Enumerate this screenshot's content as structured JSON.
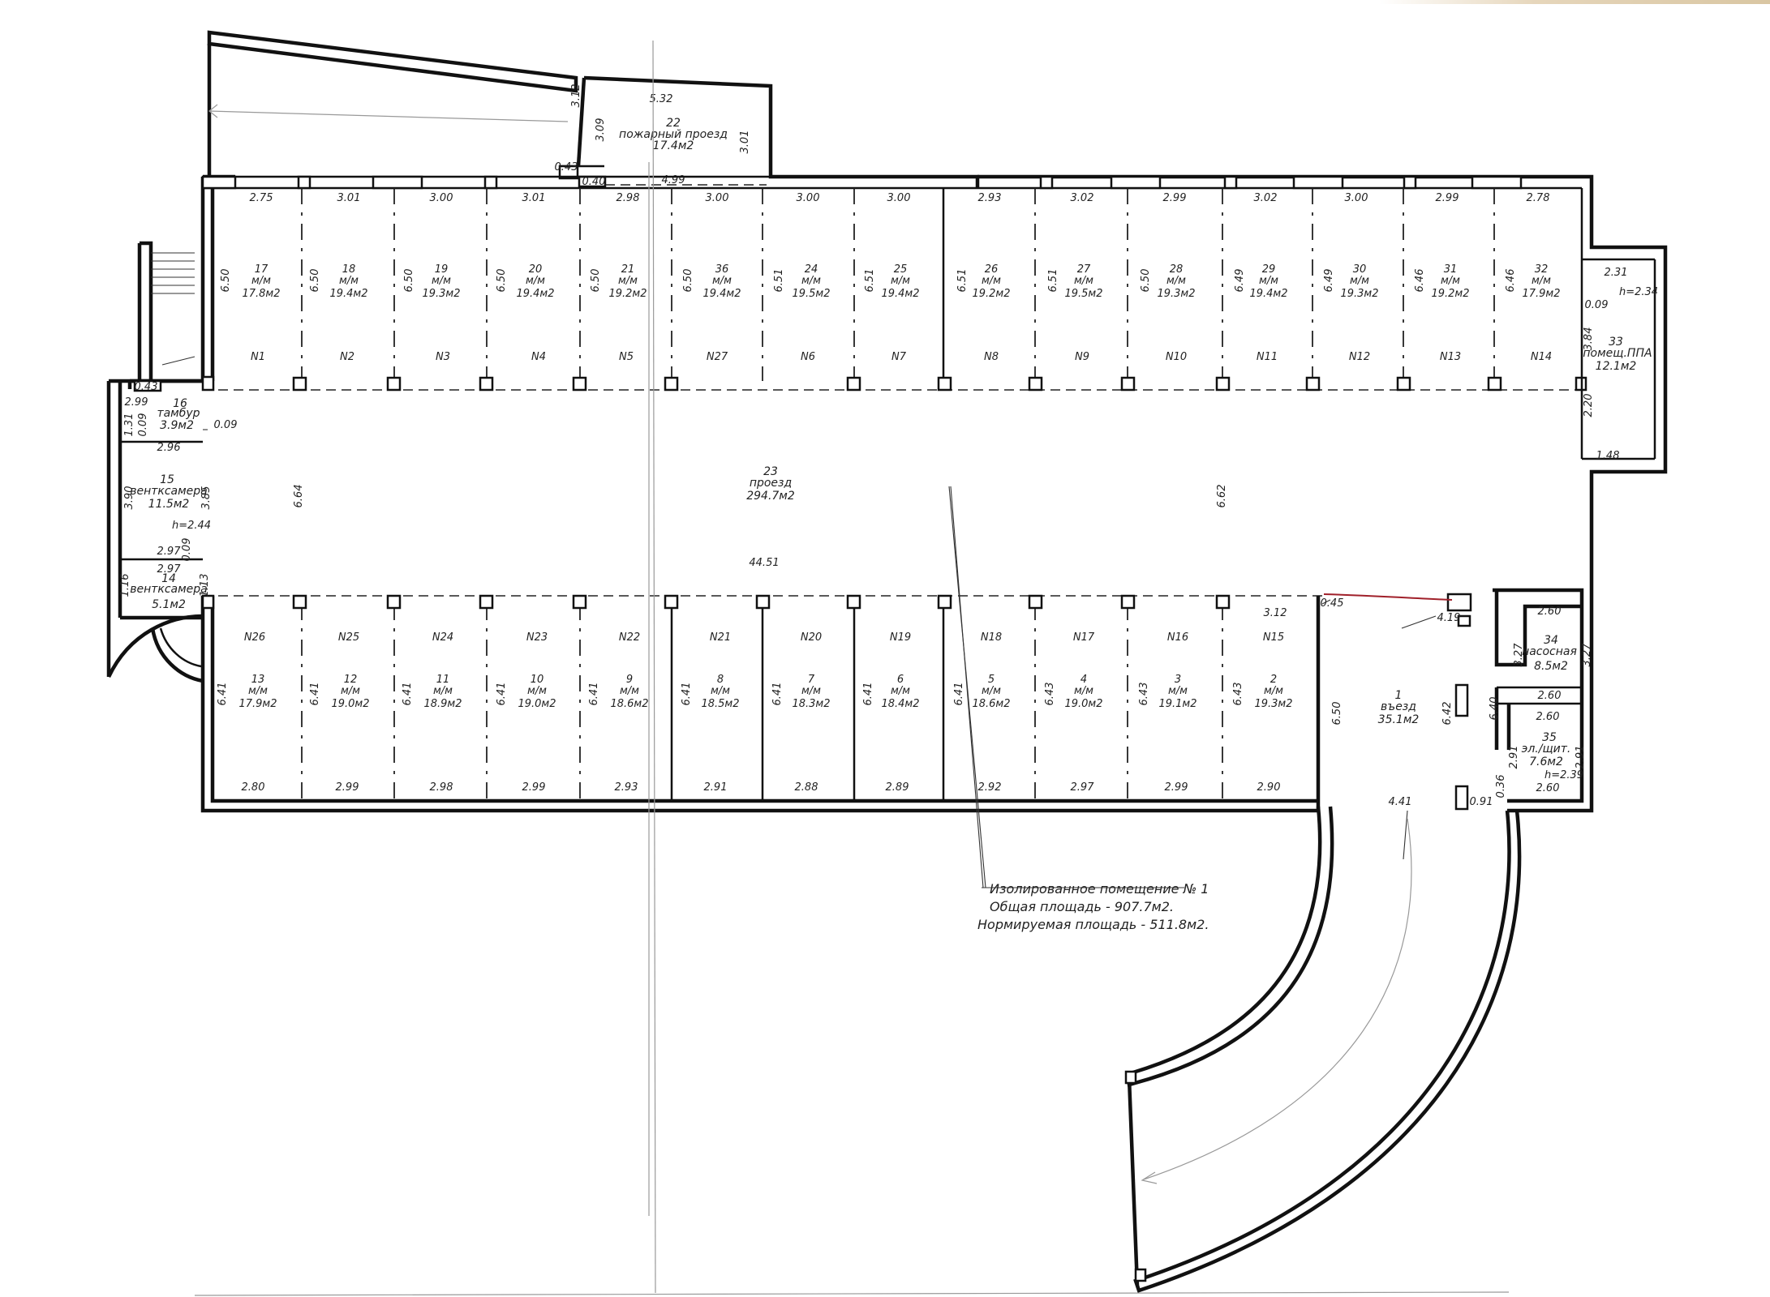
{
  "rooms": {
    "fire_passage": {
      "number": "22",
      "name": "пожарный проезд",
      "area": "17.4м2"
    },
    "driveway": {
      "number": "23",
      "name": "проезд",
      "area": "294.7м2",
      "length": "44.51"
    },
    "vestibule": {
      "number": "16",
      "name": "тамбур",
      "area": "3.9м2"
    },
    "vent_15": {
      "number": "15",
      "name": "вентксамера",
      "area": "11.5м2",
      "height": "h=2.44"
    },
    "vent_14": {
      "number": "14",
      "name": "вентксамера",
      "area": "5.1м2"
    },
    "fire_room": {
      "number": "33",
      "name": "помещ.ППА",
      "area": "12.1м2",
      "height": "h=2.34"
    },
    "entry": {
      "number": "1",
      "name": "въезд",
      "area": "35.1м2"
    },
    "pump": {
      "number": "34",
      "name": "насосная",
      "area": "8.5м2"
    },
    "switch": {
      "number": "35",
      "name": "эл./щит.",
      "area": "7.6м2",
      "height": "h=2.39"
    }
  },
  "top_stalls": [
    {
      "num": "17",
      "type": "м/м",
      "area": "17.8м2",
      "code": "N1",
      "w": "2.75",
      "d": "6.50"
    },
    {
      "num": "18",
      "type": "м/м",
      "area": "19.4м2",
      "code": "N2",
      "w": "3.01",
      "d": "6.50"
    },
    {
      "num": "19",
      "type": "м/м",
      "area": "19.3м2",
      "code": "N3",
      "w": "3.00",
      "d": "6.50"
    },
    {
      "num": "20",
      "type": "м/м",
      "area": "19.4м2",
      "code": "N4",
      "w": "3.01",
      "d": "6.50"
    },
    {
      "num": "21",
      "type": "м/м",
      "area": "19.2м2",
      "code": "N5",
      "w": "2.98",
      "d": "6.50"
    },
    {
      "num": "36",
      "type": "м/м",
      "area": "19.4м2",
      "code": "N27",
      "w": "3.00",
      "d": "6.50"
    },
    {
      "num": "24",
      "type": "м/м",
      "area": "19.5м2",
      "code": "N6",
      "w": "3.00",
      "d": "6.51"
    },
    {
      "num": "25",
      "type": "м/м",
      "area": "19.4м2",
      "code": "N7",
      "w": "3.00",
      "d": "6.51"
    },
    {
      "num": "26",
      "type": "м/м",
      "area": "19.2м2",
      "code": "N8",
      "w": "2.93",
      "d": "6.51"
    },
    {
      "num": "27",
      "type": "м/м",
      "area": "19.5м2",
      "code": "N9",
      "w": "3.02",
      "d": "6.51"
    },
    {
      "num": "28",
      "type": "м/м",
      "area": "19.3м2",
      "code": "N10",
      "w": "2.99",
      "d": "6.50"
    },
    {
      "num": "29",
      "type": "м/м",
      "area": "19.4м2",
      "code": "N11",
      "w": "3.02",
      "d": "6.49"
    },
    {
      "num": "30",
      "type": "м/м",
      "area": "19.3м2",
      "code": "N12",
      "w": "3.00",
      "d": "6.49"
    },
    {
      "num": "31",
      "type": "м/м",
      "area": "19.2м2",
      "code": "N13",
      "w": "2.99",
      "d": "6.46"
    },
    {
      "num": "32",
      "type": "м/м",
      "area": "17.9м2",
      "code": "N14",
      "w": "2.78",
      "d": "6.46"
    }
  ],
  "bottom_stalls": [
    {
      "num": "13",
      "type": "м/м",
      "area": "17.9м2",
      "code": "N26",
      "w": "2.80",
      "d": "6.41"
    },
    {
      "num": "12",
      "type": "м/м",
      "area": "19.0м2",
      "code": "N25",
      "w": "2.99",
      "d": "6.41"
    },
    {
      "num": "11",
      "type": "м/м",
      "area": "18.9м2",
      "code": "N24",
      "w": "2.98",
      "d": "6.41"
    },
    {
      "num": "10",
      "type": "м/м",
      "area": "19.0м2",
      "code": "N23",
      "w": "2.99",
      "d": "6.41"
    },
    {
      "num": "9",
      "type": "м/м",
      "area": "18.6м2",
      "code": "N22",
      "w": "2.93",
      "d": "6.41"
    },
    {
      "num": "8",
      "type": "м/м",
      "area": "18.5м2",
      "code": "N21",
      "w": "2.91",
      "d": "6.41"
    },
    {
      "num": "7",
      "type": "м/м",
      "area": "18.3м2",
      "code": "N20",
      "w": "2.88",
      "d": "6.41"
    },
    {
      "num": "6",
      "type": "м/м",
      "area": "18.4м2",
      "code": "N19",
      "w": "2.89",
      "d": "6.41"
    },
    {
      "num": "5",
      "type": "м/м",
      "area": "18.6м2",
      "code": "N18",
      "w": "2.92",
      "d": "6.41"
    },
    {
      "num": "4",
      "type": "м/м",
      "area": "19.0м2",
      "code": "N17",
      "w": "2.97",
      "d": "6.43"
    },
    {
      "num": "3",
      "type": "м/м",
      "area": "19.1м2",
      "code": "N16",
      "w": "2.99",
      "d": "6.43"
    },
    {
      "num": "2",
      "type": "м/м",
      "area": "19.3м2",
      "code": "N15",
      "w": "2.90",
      "d": "6.43"
    }
  ],
  "dims": {
    "fire_top": "5.32",
    "fire_left_upper": "3.12",
    "fire_left": "3.09",
    "fire_right": "3.01",
    "fire_step": "0.43",
    "fire_sill": "0.40",
    "fire_bottom": "4.99",
    "hall_left": "6.64",
    "hall_right": "6.62",
    "stall_15_width": "3.12",
    "entry_left": "6.50",
    "entry_mid": "6.42",
    "entry_top": "4.19",
    "entry_corner": "0.45",
    "entry_bottom": "4.41",
    "entry_gap": "0.91",
    "vest_top": "0.43",
    "vest_width": "2.99",
    "vest_height": "1.31",
    "vest_wall": "0.09",
    "vest_side": "0.09",
    "vent15_top": "2.96",
    "vent15_h": "3.90",
    "vent15_side": "3.85",
    "vent14_top": "2.97",
    "vent14_wall": "0.09",
    "vent14_w": "2.97",
    "vent14_h": "1.16",
    "vent14_side": "1.13",
    "fire_room_w": "2.31",
    "fire_room_wall": "0.09",
    "fire_room_h": "3.84",
    "fire_room_low": "2.20",
    "fire_room_bottom": "1.48",
    "pump_top": "2.60",
    "pump_left": "3.27",
    "pump_right": "3.27",
    "pump_bottom": "2.60",
    "switch_top": "2.60",
    "switch_left": "2.91",
    "switch_right": "2.91",
    "switch_bottom": "2.60",
    "switch_corner": "0.36",
    "mid_wall": "6.40"
  },
  "note": {
    "line1": "Изолированное помещение № 1",
    "line2": "Общая площадь - 907.7м2.",
    "line3": "Нормируемая площадь - 511.8м2."
  }
}
